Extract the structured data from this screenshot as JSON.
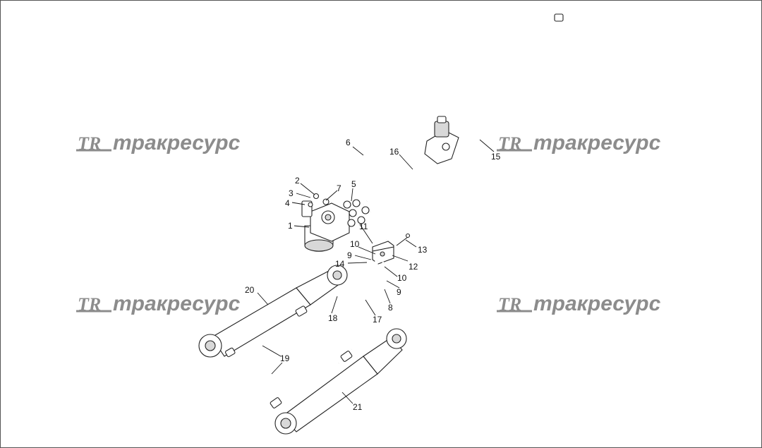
{
  "watermarks": [
    {
      "logo": "TR",
      "text": "тракресурс"
    },
    {
      "logo": "TR",
      "text": "тракресурс"
    },
    {
      "logo": "TR",
      "text": "тракресурс"
    },
    {
      "logo": "TR",
      "text": "тракресурс"
    }
  ],
  "callouts": [
    "1",
    "2",
    "3",
    "4",
    "5",
    "6",
    "7",
    "9",
    "10",
    "11",
    "12",
    "13",
    "14",
    "10",
    "9",
    "8",
    "15",
    "16",
    "17",
    "18",
    "19",
    "20",
    "21"
  ]
}
